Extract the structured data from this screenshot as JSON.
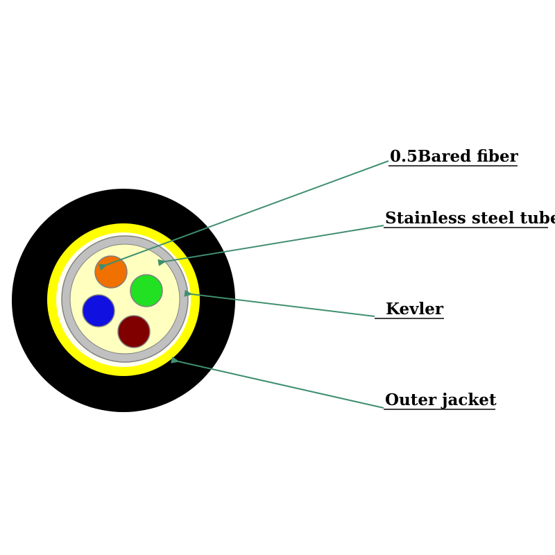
{
  "colors": {
    "background": "#ffffff",
    "outer_jacket": "#000000",
    "kevlar": "#ffff00",
    "kevlar_ring_inner": "#fefebe",
    "steel_tube": "#c0c0c0",
    "tube_fill": "#ffffc0",
    "leader_line": "#3f8f6f",
    "fibers": [
      "#f07000",
      "#22e022",
      "#1010e0",
      "#800000"
    ]
  },
  "fibers": [
    {
      "color_name": "orange"
    },
    {
      "color_name": "green"
    },
    {
      "color_name": "blue"
    },
    {
      "color_name": "brown"
    }
  ],
  "labels": {
    "bared_fiber": "0.5Bared fiber",
    "steel_tube": "Stainless steel tube",
    "kevlar": "Kevler",
    "outer_jacket": "Outer jacket"
  }
}
